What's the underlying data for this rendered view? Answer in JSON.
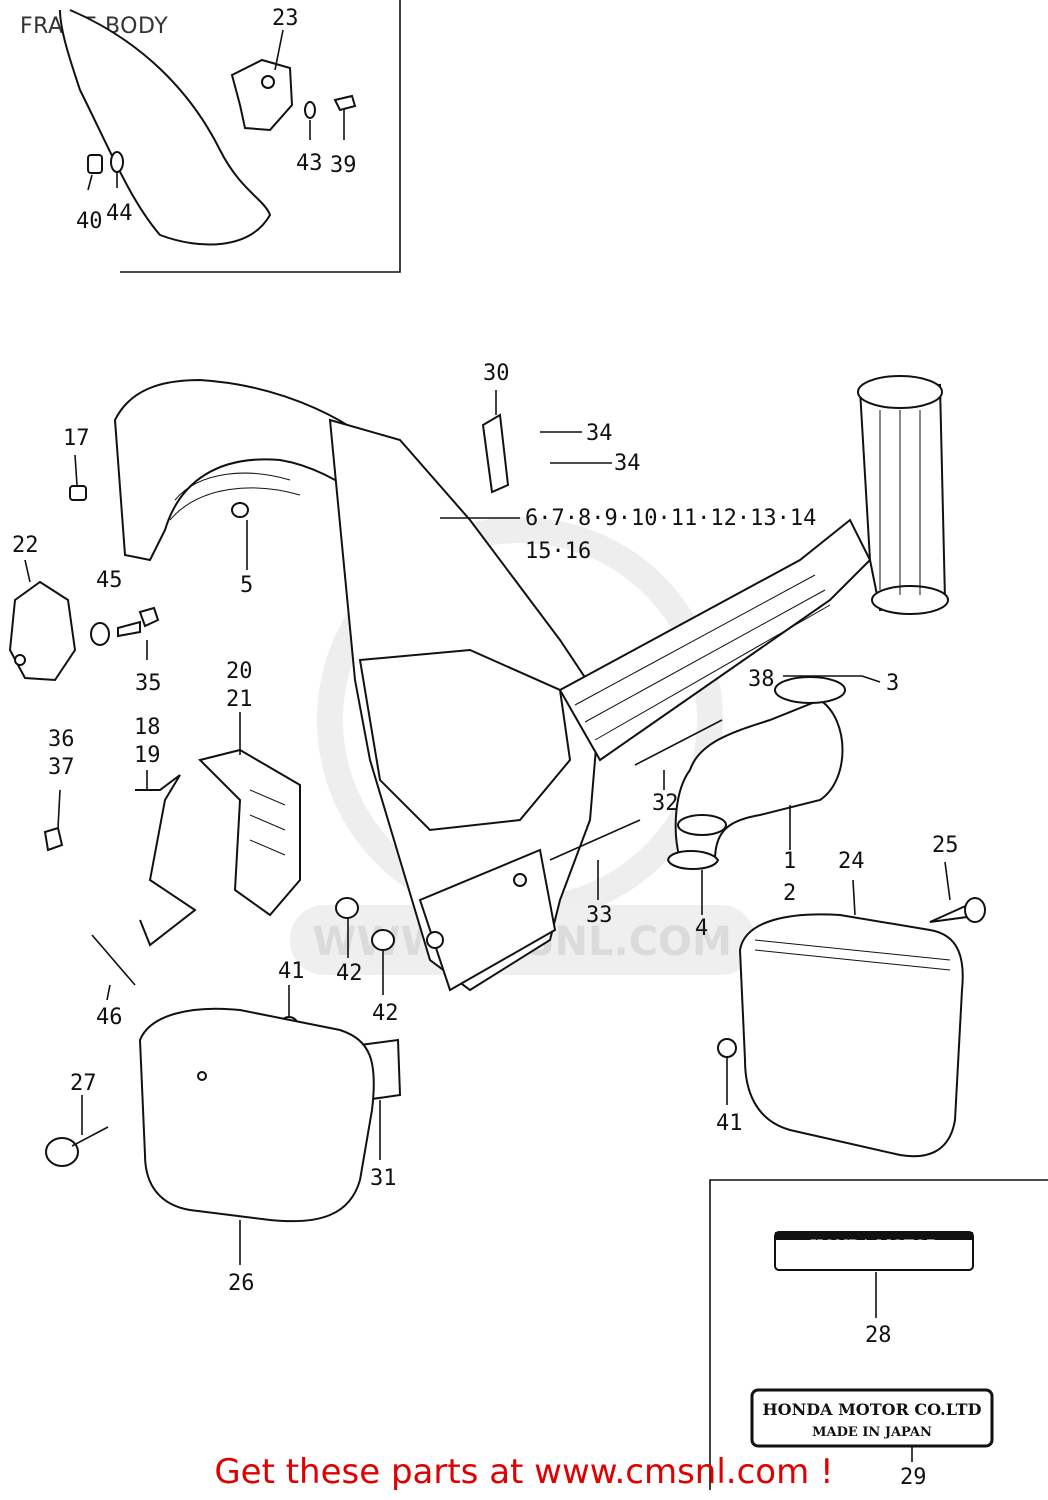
{
  "title": "FRAME BODY",
  "footer": "Get these parts at www.cmsnl.com ! ",
  "watermark": "WWW.CMSNL.COM",
  "emblems": {
    "part_28": "HONDA MOTOR",
    "part_29_line1": "HONDA MOTOR CO.LTD",
    "part_29_line2": "MADE IN JAPAN"
  },
  "callouts": {
    "c23": "23",
    "c43": "43",
    "c39": "39",
    "c40": "40",
    "c44": "44",
    "c30": "30",
    "c34a": "34",
    "c34b": "34",
    "c17": "17",
    "c6_14": "6·7·8·9·10·11·12·13·14",
    "c15_16": "15·16",
    "c22": "22",
    "c45": "45",
    "c5": "5",
    "c35": "35",
    "c20": "20",
    "c21": "21",
    "c38": "38",
    "c3": "3",
    "c36": "36",
    "c37": "37",
    "c18": "18",
    "c19": "19",
    "c32": "32",
    "c1": "1",
    "c2": "2",
    "c24": "24",
    "c25": "25",
    "c33": "33",
    "c4": "4",
    "c42a": "42",
    "c42b": "42",
    "c41a": "41",
    "c46": "46",
    "c41b": "41",
    "c27": "27",
    "c31": "31",
    "c26": "26",
    "c28": "28",
    "c29": "29"
  },
  "colors": {
    "footer_text": "#e00000",
    "line": "#111111",
    "watermark": "#e6e6e6"
  }
}
